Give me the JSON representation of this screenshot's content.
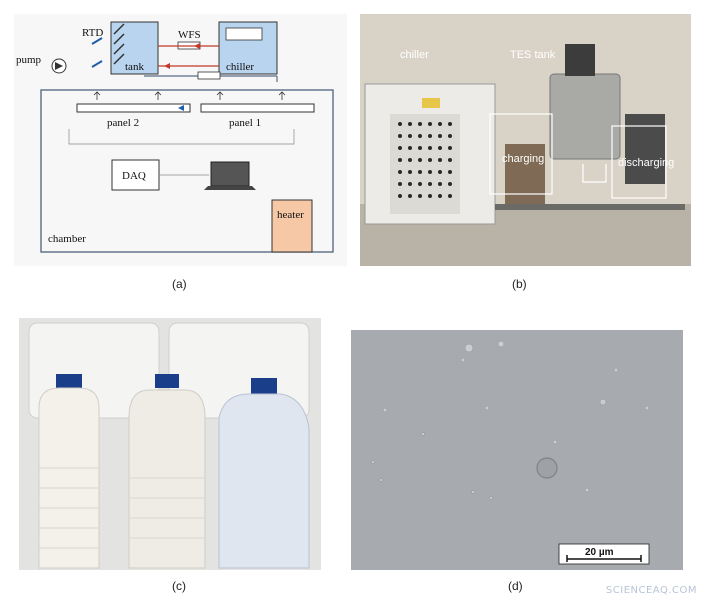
{
  "figure": {
    "panel_a": {
      "caption": "(a)",
      "labels": {
        "pump": "pump",
        "rtd": "RTD",
        "wfs": "WFS",
        "tank": "tank",
        "chiller": "chiller",
        "panel2": "panel 2",
        "panel1": "panel 1",
        "daq": "DAQ",
        "heater": "heater",
        "chamber": "chamber"
      }
    },
    "panel_b": {
      "caption": "(b)",
      "labels": {
        "chiller": "chiller",
        "tes_tank": "TES tank",
        "charging": "charging",
        "discharging": "discharging"
      }
    },
    "panel_c": {
      "caption": "(c)"
    },
    "panel_d": {
      "caption": "(d)",
      "scale_bar": "20 µm"
    },
    "watermark": "SCIENCEAQ.COM"
  }
}
